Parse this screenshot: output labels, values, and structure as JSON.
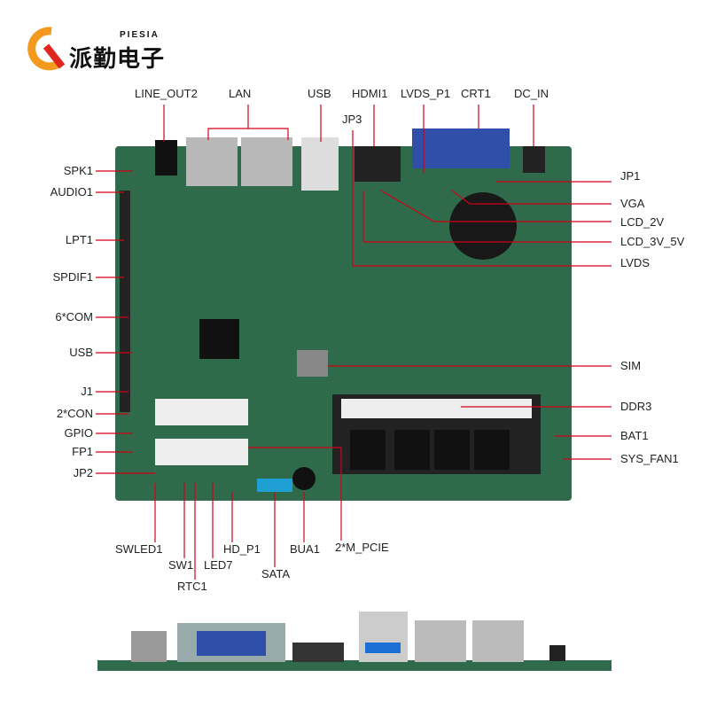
{
  "logo": {
    "chinese": "派勤电子",
    "english": "PIESIA"
  },
  "top_labels": {
    "line_out2": "LINE_OUT2",
    "lan": "LAN",
    "usb": "USB",
    "hdmi1": "HDMI1",
    "lvds_p1": "LVDS_P1",
    "crt1": "CRT1",
    "dc_in": "DC_IN",
    "jp3": "JP3"
  },
  "left_labels": {
    "spk1": "SPK1",
    "audio1": "AUDIO1",
    "lpt1": "LPT1",
    "spdif1": "SPDIF1",
    "com": "6*COM",
    "usb": "USB",
    "j1": "J1",
    "con": "2*CON",
    "gpio": "GPIO",
    "fp1": "FP1",
    "jp2": "JP2"
  },
  "right_labels": {
    "jp1": "JP1",
    "vga": "VGA",
    "lcd_2v": "LCD_2V",
    "lcd_3v_5v": "LCD_3V_5V",
    "lvds": "LVDS",
    "sim": "SIM",
    "ddr3": "DDR3",
    "bat1": "BAT1",
    "sys_fan1": "SYS_FAN1"
  },
  "bottom_labels": {
    "swled1": "SWLED1",
    "sw1": "SW1",
    "rtc1": "RTC1",
    "led7": "LED7",
    "hd_p1": "HD_P1",
    "sata": "SATA",
    "bua1": "BUA1",
    "m_pcie": "2*M_PCIE"
  },
  "colors": {
    "board": "#2f6b4a",
    "leader": "#d0021b"
  }
}
